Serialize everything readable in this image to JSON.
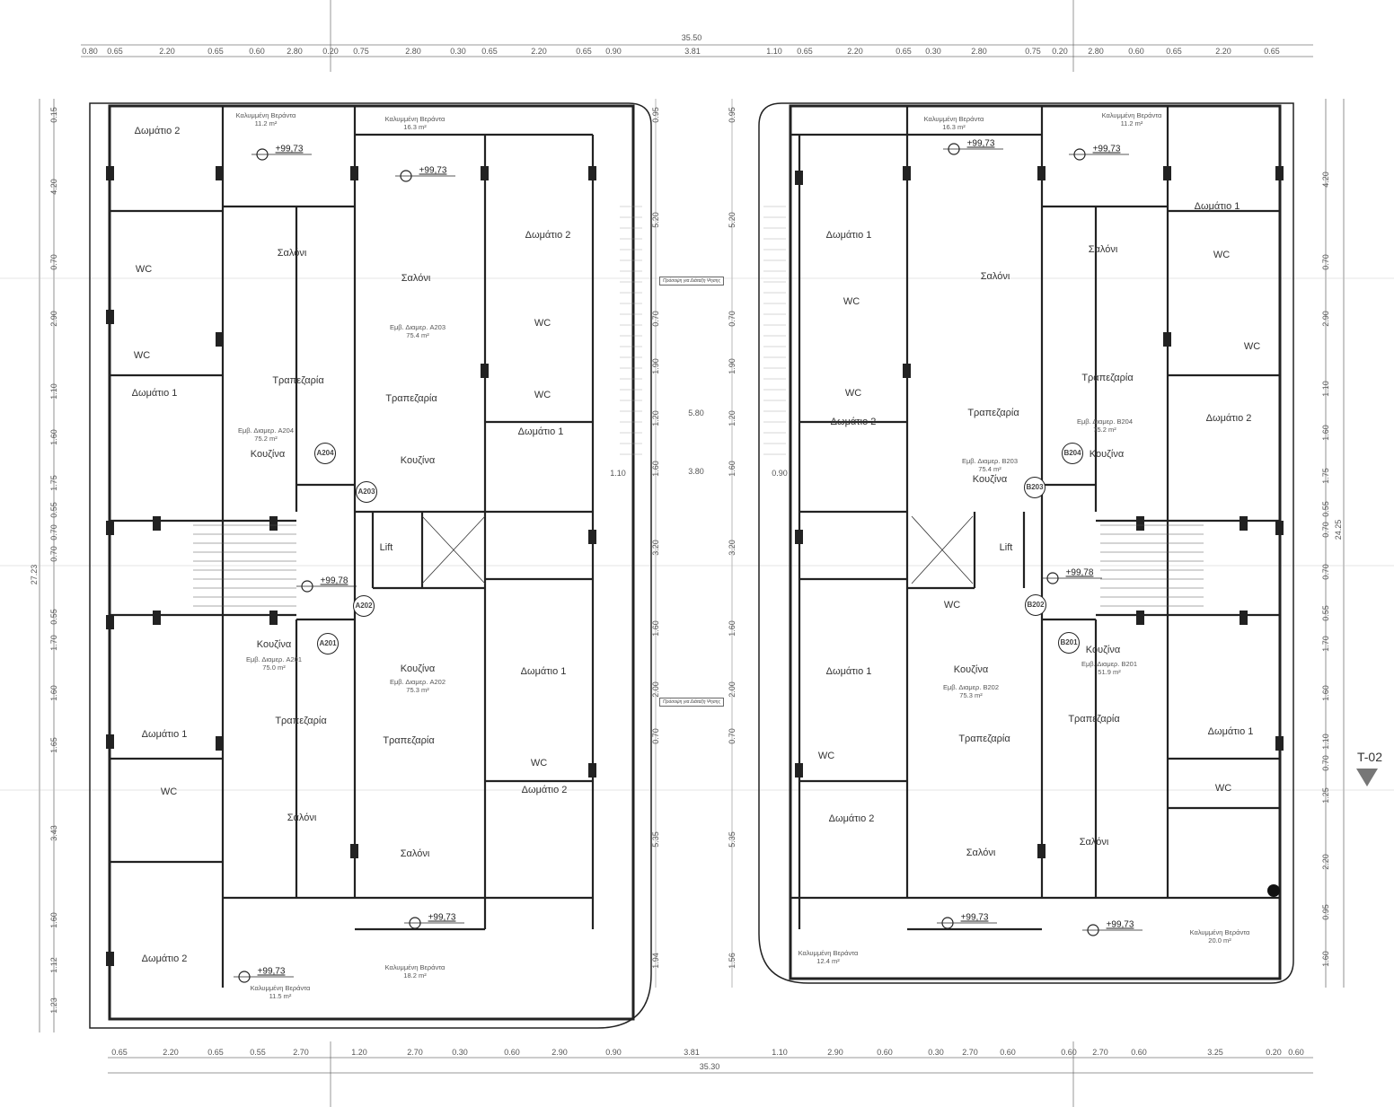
{
  "drawing": {
    "section_marker": "T-02",
    "section_marker_color": "#777777",
    "level_mark": "+99,73",
    "core_level_mark": "+99,78",
    "notes": [
      "Πρόσοψη για Διάταξη Ψησης",
      "Πρόσοψη για Διάταξη Ψησης"
    ]
  },
  "dimensions": {
    "top_overall": "35.50",
    "bottom_overall": "35.30",
    "left_overall": "27.23",
    "right_overall": "24.25",
    "top_chain": [
      "0.80",
      "0.65",
      "2.20",
      "0.65",
      "0.60",
      "2.80",
      "0.20",
      "0.75",
      "2.80",
      "0.30",
      "0.65",
      "2.20",
      "0.65",
      "0.90",
      "3.81",
      "1.10",
      "0.65",
      "2.20",
      "0.65",
      "0.30",
      "2.80",
      "0.75",
      "0.20",
      "2.80",
      "0.60",
      "0.65",
      "2.20",
      "0.65"
    ],
    "bottom_chain": [
      "0.65",
      "2.20",
      "0.65",
      "0.55",
      "2.70",
      "1.20",
      "2.70",
      "0.30",
      "0.60",
      "2.90",
      "0.90",
      "3.81",
      "1.10",
      "2.90",
      "0.60",
      "0.30",
      "2.70",
      "0.60",
      "0.60",
      "2.70",
      "0.60",
      "3.25",
      "0.20",
      "0.60"
    ],
    "left_chain": [
      "0.15",
      "4.20",
      "0.70",
      "2.90",
      "1.10",
      "1.60",
      "1.75",
      "0.55",
      "0.70",
      "0.70",
      "0.55",
      "1.70",
      "1.60",
      "1.65",
      "3.43",
      "1.60",
      "1.12",
      "1.23"
    ],
    "right_chain": [
      "4.20",
      "0.70",
      "2.90",
      "1.10",
      "1.60",
      "1.75",
      "0.55",
      "0.70",
      "0.70",
      "0.55",
      "1.70",
      "1.60",
      "1.10",
      "0.70",
      "1.25",
      "2.20",
      "0.95",
      "1.60"
    ],
    "center_left_chain": [
      "0.95",
      "5.20",
      "0.70",
      "1.90",
      "1.20",
      "1.60",
      "3.20",
      "1.60",
      "2.00",
      "0.70",
      "5.35",
      "1.94"
    ],
    "center_right_chain": [
      "0.95",
      "5.20",
      "0.70",
      "1.90",
      "1.20",
      "1.60",
      "3.20",
      "1.60",
      "2.00",
      "0.70",
      "5.35",
      "1.56"
    ],
    "center_horizontal": [
      "5.80",
      "3.80",
      "1.10",
      "0.90"
    ]
  },
  "building_a": {
    "verandas": [
      {
        "name": "Καλυμμένη Βεράντα",
        "area": "11.2 m²"
      },
      {
        "name": "Καλυμμένη Βεράντα",
        "area": "16.3 m²"
      },
      {
        "name": "Καλυμμένη Βεράντα",
        "area": "11.5 m²"
      },
      {
        "name": "Καλυμμένη Βεράντα",
        "area": "18.2 m²"
      }
    ],
    "units": [
      {
        "id": "A204",
        "label": "Εμβ. Διαμερ. A204",
        "area": "75.2 m²"
      },
      {
        "id": "A203",
        "label": "Εμβ. Διαμερ. A203",
        "area": "75.4 m²"
      },
      {
        "id": "A202",
        "label": "Εμβ. Διαμερ. A202",
        "area": "75.3 m²"
      },
      {
        "id": "A201",
        "label": "Εμβ. Διαμερ. A201",
        "area": "75.0 m²"
      }
    ],
    "rooms": [
      "Δωμάτιο 2",
      "Σαλόνι",
      "Σαλόνι",
      "Δωμάτιο 2",
      "WC",
      "WC",
      "WC",
      "WC",
      "Δωμάτιο 1",
      "Τραπεζαρία",
      "Τραπεζαρία",
      "Κουζίνα",
      "Κουζίνα",
      "Δωμάτιο 1",
      "Lift",
      "Κουζίνα",
      "Κουζίνα",
      "Δωμάτιο 1",
      "Τραπεζαρία",
      "Τραπεζαρία",
      "Δωμάτιο 1",
      "WC",
      "WC",
      "Σαλόνι",
      "Σαλόνι",
      "Δωμάτιο 2",
      "Δωμάτιο 2"
    ]
  },
  "building_b": {
    "verandas": [
      {
        "name": "Καλυμμένη Βεράντα",
        "area": "16.3 m²"
      },
      {
        "name": "Καλυμμένη Βεράντα",
        "area": "11.2 m²"
      },
      {
        "name": "Καλυμμένη Βεράντα",
        "area": "12.4 m²"
      },
      {
        "name": "Καλυμμένη Βεράντα",
        "area": "20.0 m²"
      }
    ],
    "units": [
      {
        "id": "B203",
        "label": "Εμβ. Διαμερ. B203",
        "area": "75.4 m²"
      },
      {
        "id": "B204",
        "label": "Εμβ. Διαμερ. B204",
        "area": "75.2 m²"
      },
      {
        "id": "B202",
        "label": "Εμβ. Διαμερ. B202",
        "area": "75.3 m²"
      },
      {
        "id": "B201",
        "label": "Εμβ. Διαμερ. B201",
        "area": "51.9 m²"
      }
    ],
    "rooms": [
      "Δωμάτιο 1",
      "Σαλόνι",
      "Σαλόνι",
      "Δωμάτιο 1",
      "WC",
      "WC",
      "WC",
      "WC",
      "Τραπεζαρία",
      "Τραπεζαρία",
      "Δωμάτιο 2",
      "Δωμάτιο 2",
      "Κουζίνα",
      "Κουζίνα",
      "Lift",
      "Δωμάτιο 1",
      "Κουζίνα",
      "Κουζίνα",
      "Τραπεζαρία",
      "Τραπεζαρία",
      "Δωμάτιο 1",
      "WC",
      "WC",
      "WC",
      "Δωμάτιο 2",
      "Σαλόνι",
      "Σαλόνι"
    ]
  }
}
